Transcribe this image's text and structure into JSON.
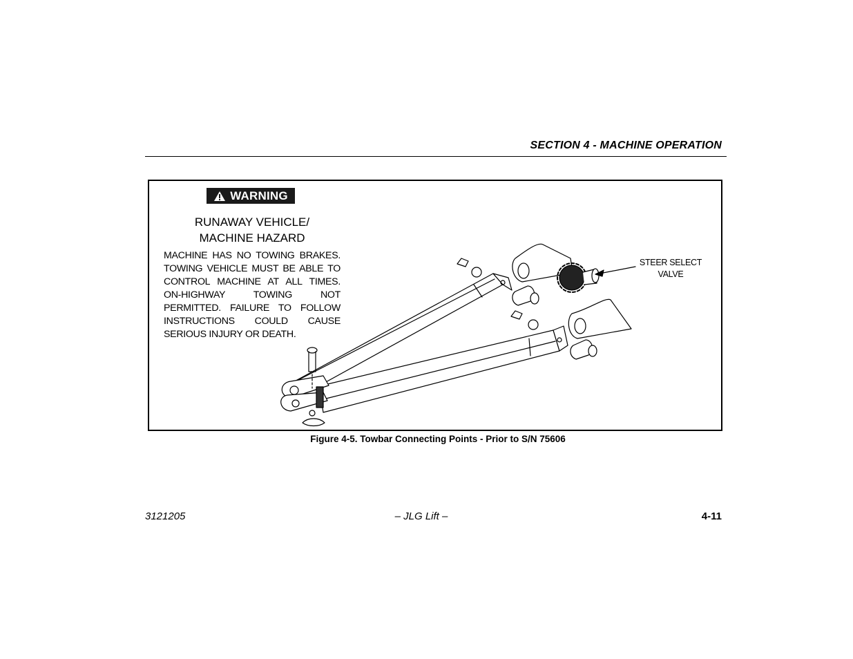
{
  "header": {
    "section_title": "SECTION 4 - MACHINE OPERATION"
  },
  "warning": {
    "badge_label": "WARNING",
    "title_line1": "RUNAWAY VEHICLE/",
    "title_line2": "MACHINE HAZARD",
    "body": "MACHINE HAS NO TOWING BRAKES. TOWING VEHICLE MUST BE ABLE TO CONTROL MACHINE AT ALL TIMES. ON-HIGHWAY TOWING NOT PERMITTED. FAILURE TO FOLLOW INSTRUCTIONS COULD CAUSE SERIOUS INJURY OR DEATH."
  },
  "figure": {
    "callout_line1": "STEER SELECT",
    "callout_line2": "VALVE",
    "caption": "Figure 4-5. Towbar Connecting Points - Prior to S/N 75606"
  },
  "footer": {
    "doc_number": "3121205",
    "center": "– JLG Lift –",
    "page_number": "4-11"
  }
}
